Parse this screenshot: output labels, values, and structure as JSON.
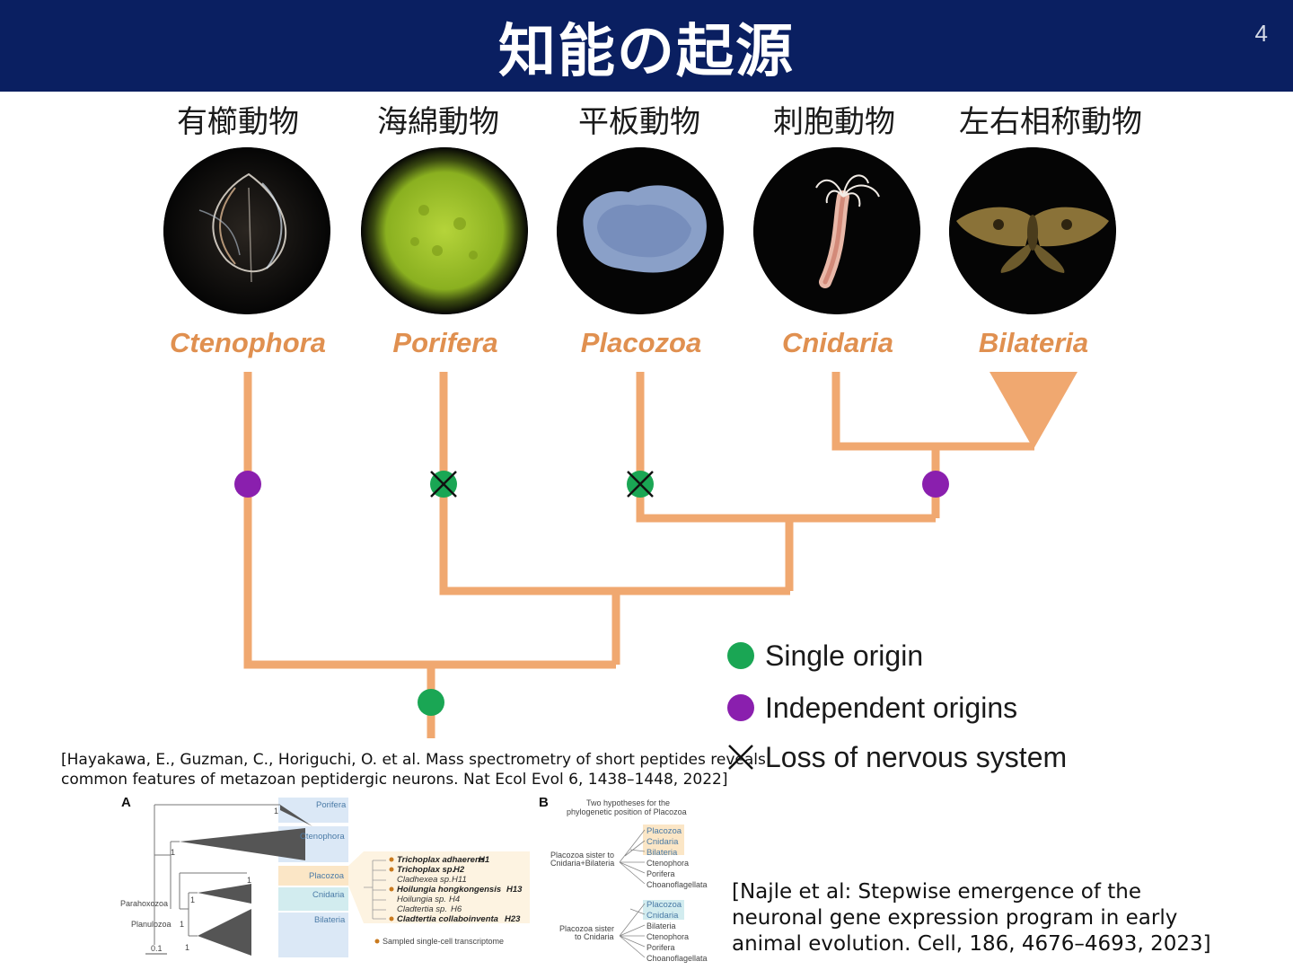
{
  "header": {
    "title": "知能の起源",
    "page_number": "4"
  },
  "colors": {
    "header_bg": "#0a1f61",
    "branch": "#f0a870",
    "taxon_text": "#e09050",
    "single_origin": "#1aa654",
    "independent_origin": "#8a1fae",
    "loss_mark": "#111111"
  },
  "clades": [
    {
      "jp": "有櫛動物",
      "latin": "Ctenophora",
      "image": "comb-jelly-photo"
    },
    {
      "jp": "海綿動物",
      "latin": "Porifera",
      "image": "sponge-photo"
    },
    {
      "jp": "平板動物",
      "latin": "Placozoa",
      "image": "placozoan-photo"
    },
    {
      "jp": "刺胞動物",
      "latin": "Cnidaria",
      "image": "hydra-photo"
    },
    {
      "jp": "左右相称動物",
      "latin": "Bilateria",
      "image": "moth-photo"
    }
  ],
  "legend": [
    {
      "marker": "single-origin-dot",
      "label": "Single origin"
    },
    {
      "marker": "independent-origin-dot",
      "label": "Independent origins"
    },
    {
      "marker": "loss-x",
      "label": "Loss of nervous system"
    }
  ],
  "citation_top": {
    "line1": "[Hayakawa, E., Guzman, C., Horiguchi, O. et al. Mass spectrometry of short peptides reveals",
    "line2": "common features of metazoan peptidergic neurons. Nat Ecol Evol 6, 1438–1448, 2022]"
  },
  "citation_bottom": {
    "line1": "[Najle et al: Stepwise emergence of the",
    "line2": "neuronal gene expression program in early",
    "line3": "animal evolution. Cell, 186, 4676–4693, 2023]"
  },
  "figure_a": {
    "letter": "A",
    "clades": [
      "Porifera",
      "Ctenophora",
      "Placozoa",
      "Cnidaria",
      "Bilateria"
    ],
    "node_labels": [
      "Parahoxozoa",
      "Planulozoa"
    ],
    "support": [
      "1",
      "1",
      "1",
      "1",
      "1",
      "1"
    ],
    "scale": "0.1",
    "species": [
      {
        "name": "Trichoplax adhaerens",
        "tag": "H1",
        "sampled": true
      },
      {
        "name": "Trichoplax sp.",
        "tag": "H2",
        "sampled": true
      },
      {
        "name": "Cladhexea sp.",
        "tag": "H11",
        "sampled": false
      },
      {
        "name": "Hoilungia hongkongensis",
        "tag": "H13",
        "sampled": true
      },
      {
        "name": "Hoilungia sp.",
        "tag": "H4",
        "sampled": false
      },
      {
        "name": "Cladtertia sp.",
        "tag": "H6",
        "sampled": false
      },
      {
        "name": "Cladtertia collaboinventa",
        "tag": "H23",
        "sampled": true
      }
    ],
    "legend": "Sampled single-cell transcriptome"
  },
  "figure_b": {
    "letter": "B",
    "title_line1": "Two hypotheses for the",
    "title_line2": "phylogenetic position of Placozoa",
    "hyp1_line1": "Placozoa sister to",
    "hyp1_line2": "Cnidaria+Bilateria",
    "hyp1_taxa": [
      "Placozoa",
      "Cnidaria",
      "Bilateria",
      "Ctenophora",
      "Porifera",
      "Choanoflagellata"
    ],
    "hyp2_line1": "Placozoa sister",
    "hyp2_line2": "to Cnidaria",
    "hyp2_taxa": [
      "Placozoa",
      "Cnidaria",
      "Bilateria",
      "Ctenophora",
      "Porifera",
      "Choanoflagellata"
    ]
  }
}
